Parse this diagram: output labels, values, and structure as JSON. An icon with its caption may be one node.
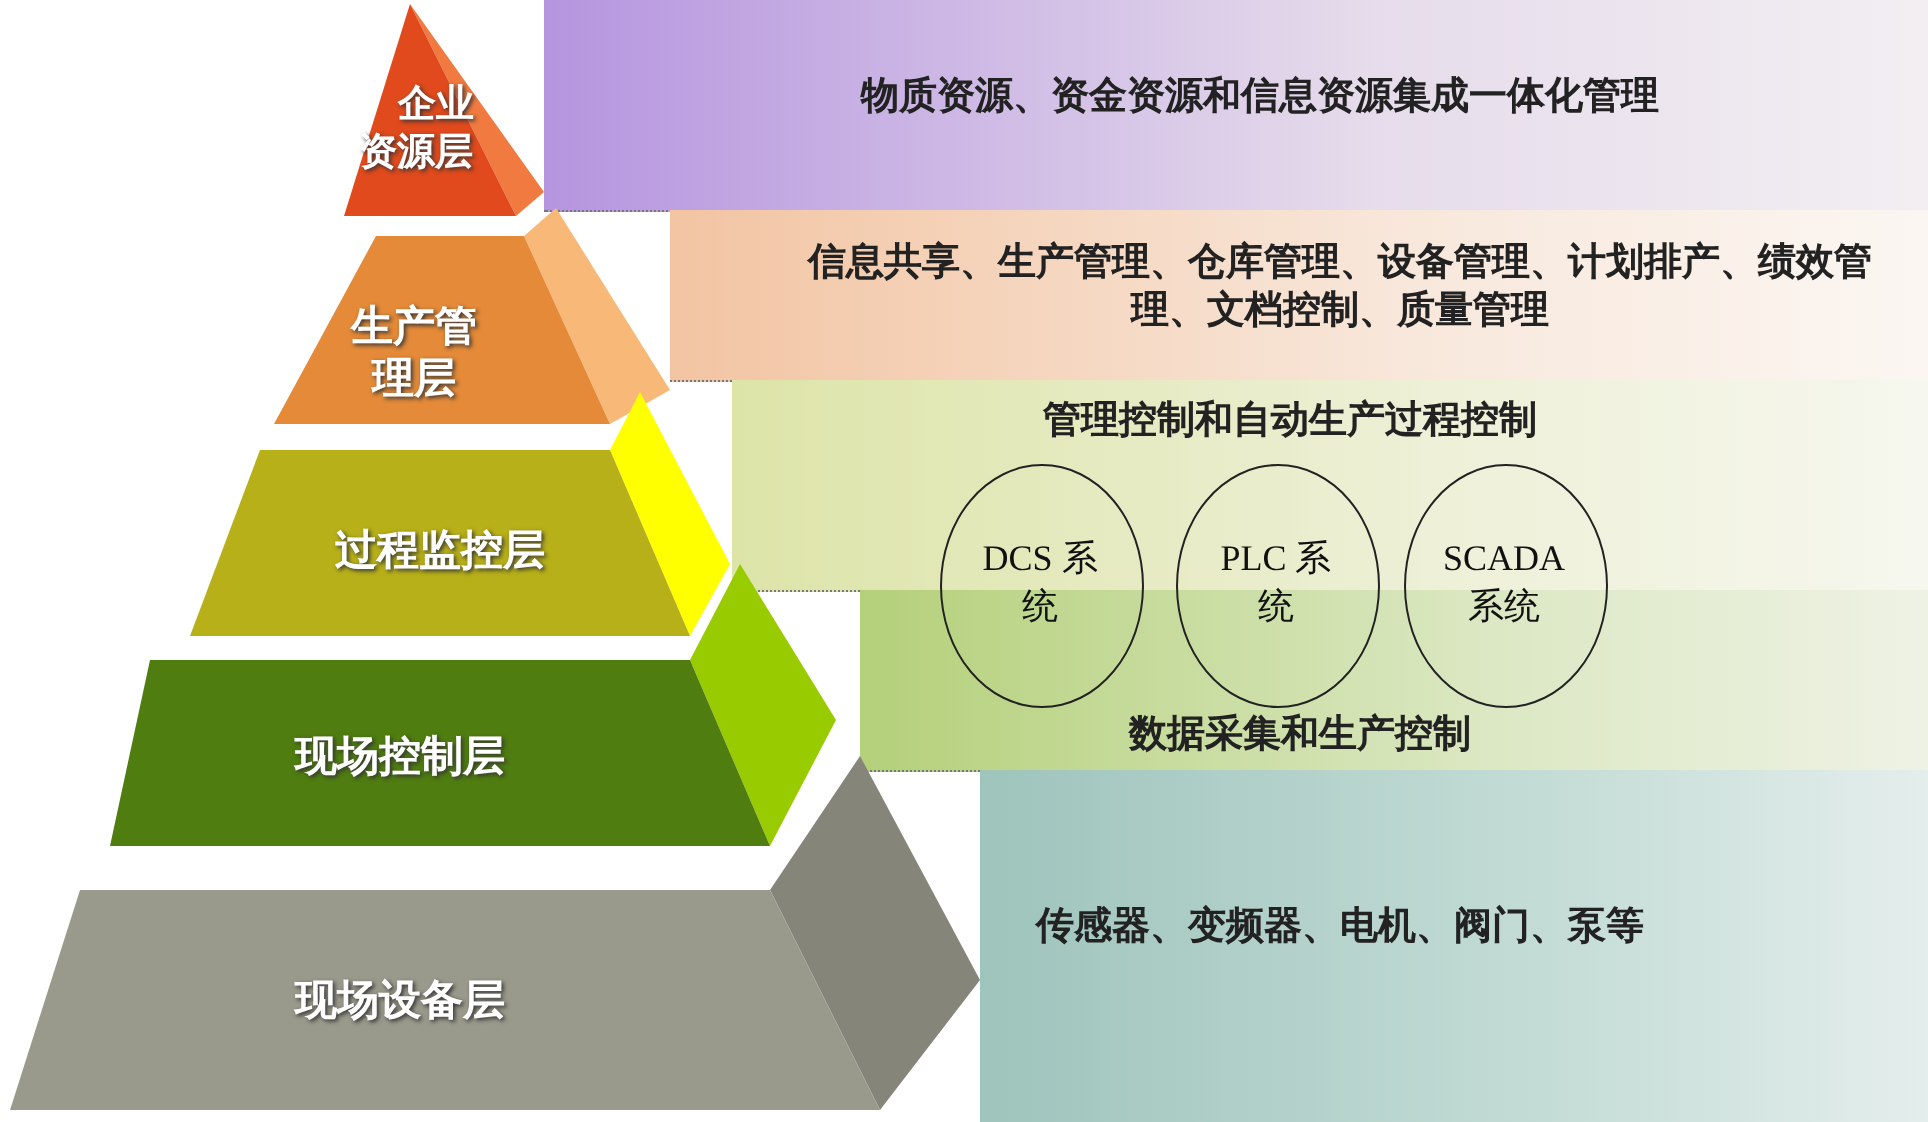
{
  "diagram": {
    "nodes": [
      {
        "text": [
          "企业资源层"
        ]
      },
      {
        "text": [
          "生产管理层"
        ]
      },
      {
        "text": [
          "过程监控层"
        ]
      },
      {
        "text": [
          "现场控制层"
        ]
      },
      {
        "text": [
          "现场设备层"
        ]
      },
      {
        "text": [
          "物质资源、资金资源和信息资源集成一体化管理"
        ]
      },
      {
        "text": [
          "信息共享、生产管理、仓库管理、设备管理、计划排产、绩效管理、文档控制、质量管理"
        ]
      },
      {
        "text": [
          "管理控制和自动生产过程控制"
        ]
      },
      {
        "text": [
          "数据采集和生产控制"
        ]
      },
      {
        "text": [
          "传感器、变频器、电机、阀门、泵等"
        ]
      },
      {
        "text": [
          "DCS 系统"
        ]
      },
      {
        "text": [
          "PLC 系统"
        ]
      },
      {
        "text": [
          "SCADA 系统"
        ]
      }
    ],
    "edges": []
  }
}
